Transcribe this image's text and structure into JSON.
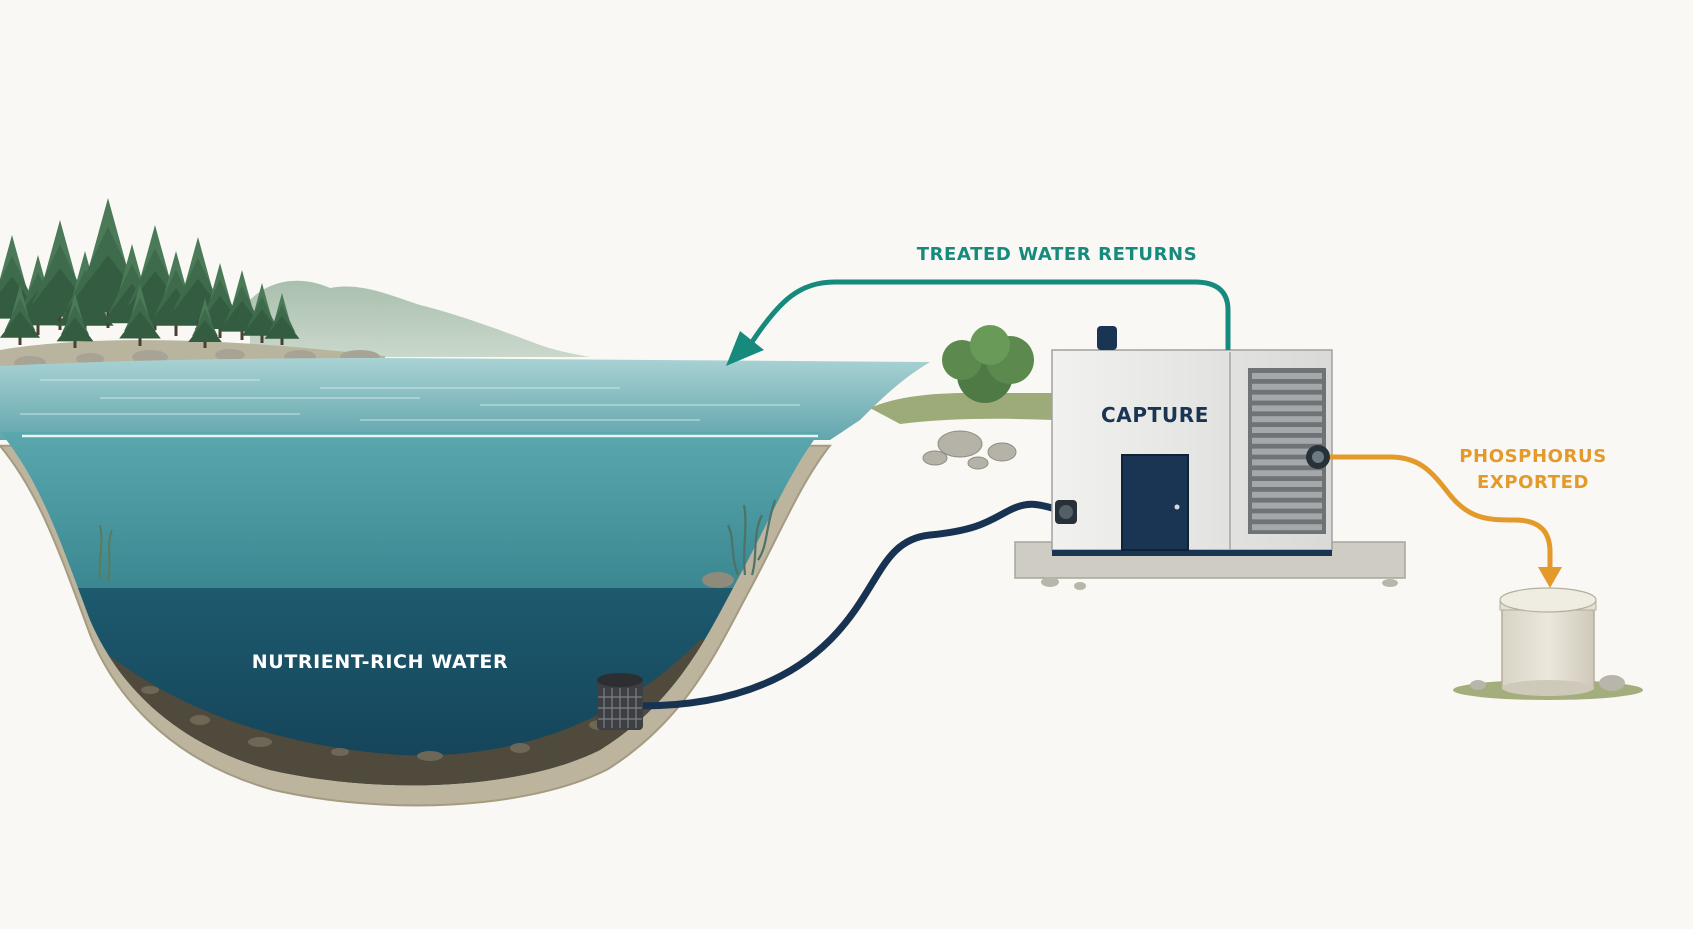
{
  "labels": {
    "treated_water_returns": "TREATED WATER RETURNS",
    "capture": "CAPTURE",
    "phosphorus_line1": "PHOSPHORUS",
    "phosphorus_line2": "EXPORTED",
    "nutrient_rich_water": "NUTRIENT-RICH WATER"
  },
  "colors": {
    "background": "#f9f8f4",
    "teal_arrow": "#178a7e",
    "orange_arrow": "#e39a2a",
    "navy": "#1a3553",
    "upper_water": "#3f8f99",
    "deep_water": "#174a60",
    "forest": "#3c6a4a"
  }
}
